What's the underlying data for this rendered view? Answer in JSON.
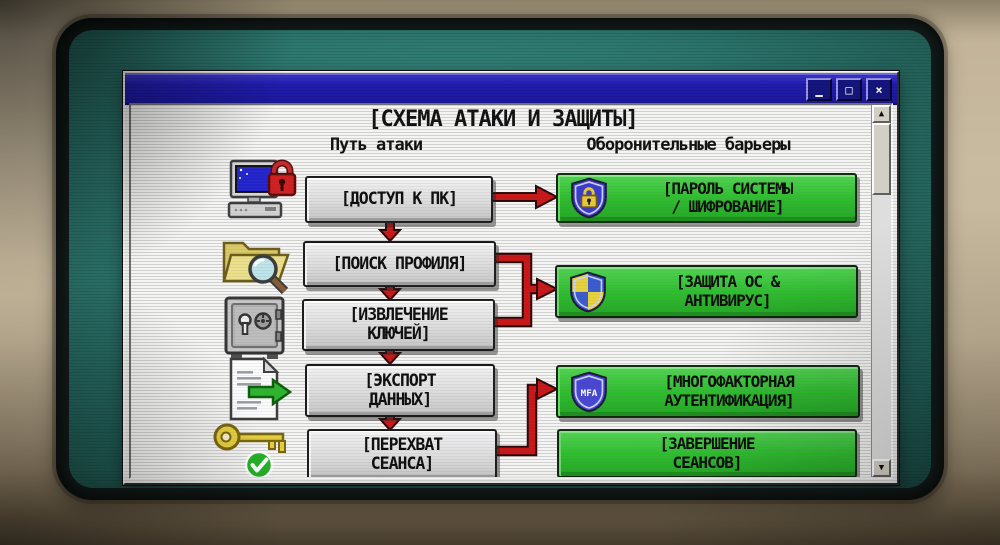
{
  "window": {
    "controls": {
      "minimize": "▁",
      "maximize": "□",
      "close": "×"
    },
    "scrollbar": {
      "up": "▲",
      "down": "▼"
    }
  },
  "diagram": {
    "title": "[СХЕМА АТАКИ И ЗАЩИТЫ]",
    "columns": {
      "attack": "Путь атаки",
      "defense": "Оборонительные барьеры"
    },
    "attack_steps": [
      {
        "label": "[ДОСТУП К ПК]",
        "icon": "computer-lock-icon"
      },
      {
        "label": "[ПОИСК ПРОФИЛЯ]",
        "icon": "folder-search-icon"
      },
      {
        "label": "[ИЗВЛЕЧЕНИЕ\nКЛЮЧЕЙ]",
        "icon": "safe-icon"
      },
      {
        "label": "[ЭКСПОРТ\nДАННЫХ]",
        "icon": "document-export-icon"
      },
      {
        "label": "[ПЕРЕХВАТ\nСЕАНСА]",
        "icon": "key-check-icon"
      }
    ],
    "defense_barriers": [
      {
        "label": "[ПАРОЛЬ СИСТЕМЫ\n/ ШИФРОВАНИЕ]",
        "icon": "shield-lock-icon"
      },
      {
        "label": "[ЗАЩИТА ОС &\nАНТИВИРУС]",
        "icon": "shield-quartered-icon"
      },
      {
        "label": "[МНОГОФАКТОРНАЯ\nАУТЕНТИФИКАЦИЯ]",
        "icon": "mfa-shield-icon",
        "icon_label": "MFA"
      },
      {
        "label": "[ЗАВЕРШЕНИЕ\nСЕАНСОВ]",
        "icon": "none"
      }
    ]
  },
  "colors": {
    "titlebar_blue": "#211cae",
    "screen_teal": "#2c766d",
    "attack_box_gray": "#d9d9d9",
    "defense_green": "#2fbe2f",
    "arrow_red": "#c81616",
    "frame_beige": "#c4b599"
  }
}
